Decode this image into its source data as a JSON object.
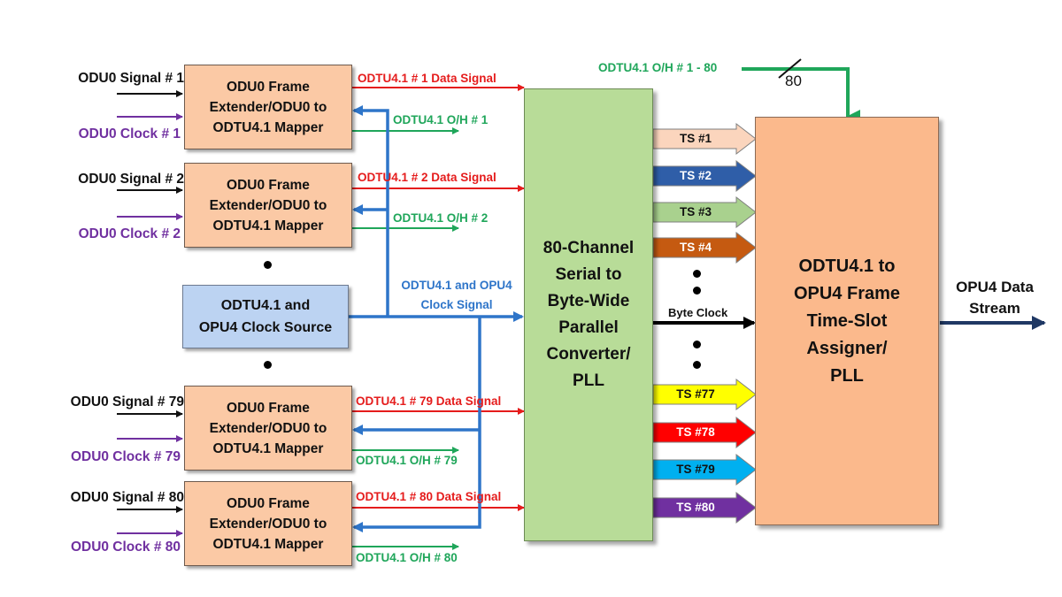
{
  "mappers": [
    {
      "signal": "ODU0 Signal # 1",
      "clock": "ODU0 Clock # 1",
      "line1": "ODU0 Frame",
      "line2": "Extender/ODU0 to",
      "line3": "ODTU4.1 Mapper",
      "data_signal": "ODTU4.1 # 1 Data Signal",
      "oh": "ODTU4.1 O/H # 1"
    },
    {
      "signal": "ODU0 Signal # 2",
      "clock": "ODU0 Clock # 2",
      "line1": "ODU0 Frame",
      "line2": "Extender/ODU0 to",
      "line3": "ODTU4.1 Mapper",
      "data_signal": "ODTU4.1 # 2 Data Signal",
      "oh": "ODTU4.1 O/H # 2"
    },
    {
      "signal": "ODU0 Signal # 79",
      "clock": "ODU0 Clock # 79",
      "line1": "ODU0 Frame",
      "line2": "Extender/ODU0 to",
      "line3": "ODTU4.1 Mapper",
      "data_signal": "ODTU4.1 # 79 Data Signal",
      "oh": "ODTU4.1 O/H # 79"
    },
    {
      "signal": "ODU0 Signal # 80",
      "clock": "ODU0 Clock # 80",
      "line1": "ODU0 Frame",
      "line2": "Extender/ODU0 to",
      "line3": "ODTU4.1 Mapper",
      "data_signal": "ODTU4.1 # 80 Data Signal",
      "oh": "ODTU4.1 O/H # 80"
    }
  ],
  "clock_source": {
    "line1": "ODTU4.1 and",
    "line2": "OPU4 Clock Source"
  },
  "clock_signal": {
    "line1": "ODTU4.1 and OPU4",
    "line2": "Clock Signal"
  },
  "converter": {
    "line1": "80-Channel",
    "line2": "Serial to",
    "line3": "Byte-Wide",
    "line4": "Parallel",
    "line5": "Converter/",
    "line6": "PLL"
  },
  "assigner": {
    "line1": "ODTU4.1 to",
    "line2": "OPU4 Frame",
    "line3": "Time-Slot",
    "line4": "Assigner/",
    "line5": "PLL"
  },
  "oh_bus": {
    "label": "ODTU4.1 O/H # 1 - 80",
    "width": "80"
  },
  "byte_clock": "Byte Clock",
  "output": {
    "line1": "OPU4 Data",
    "line2": "Stream"
  },
  "time_slots": [
    {
      "label": "TS #1",
      "color": "#fbd5bd"
    },
    {
      "label": "TS #2",
      "color": "#2f5ea8"
    },
    {
      "label": "TS #3",
      "color": "#a9d18e"
    },
    {
      "label": "TS #4",
      "color": "#c55a11"
    },
    {
      "label": "TS #77",
      "color": "#ffff00"
    },
    {
      "label": "TS #78",
      "color": "#ff0000"
    },
    {
      "label": "TS #79",
      "color": "#00b0f0"
    },
    {
      "label": "TS #80",
      "color": "#7030a0"
    }
  ],
  "colors": {
    "mapper": "#fbc9a5",
    "clock_source": "#bcd3f2",
    "converter": "#b8dc98",
    "assigner": "#fbb98c",
    "data_line": "#e51c1c",
    "oh_line": "#1fa65a",
    "clock_line": "#2e75c9",
    "clock_in": "#7030a0",
    "output": "#1f3864"
  }
}
